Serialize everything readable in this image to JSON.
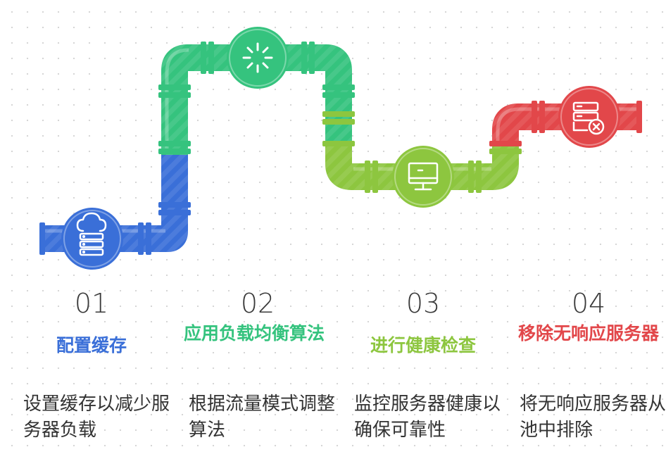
{
  "steps": [
    {
      "number": "01",
      "title": "配置缓存",
      "description": "设置缓存以减少服务器负载",
      "color": "#3a6fd8",
      "icon": "cloud-server-icon"
    },
    {
      "number": "02",
      "title": "应用负载均衡算法",
      "description": "根据流量模式调整算法",
      "color": "#35c37e",
      "icon": "loading-spinner-icon"
    },
    {
      "number": "03",
      "title": "进行健康检查",
      "description": "监控服务器健康以确保可靠性",
      "color": "#8dc63f",
      "icon": "monitor-icon"
    },
    {
      "number": "04",
      "title": "移除无响应服务器",
      "description": "将无响应服务器从池中排除",
      "color": "#e2474a",
      "icon": "server-remove-icon"
    }
  ]
}
